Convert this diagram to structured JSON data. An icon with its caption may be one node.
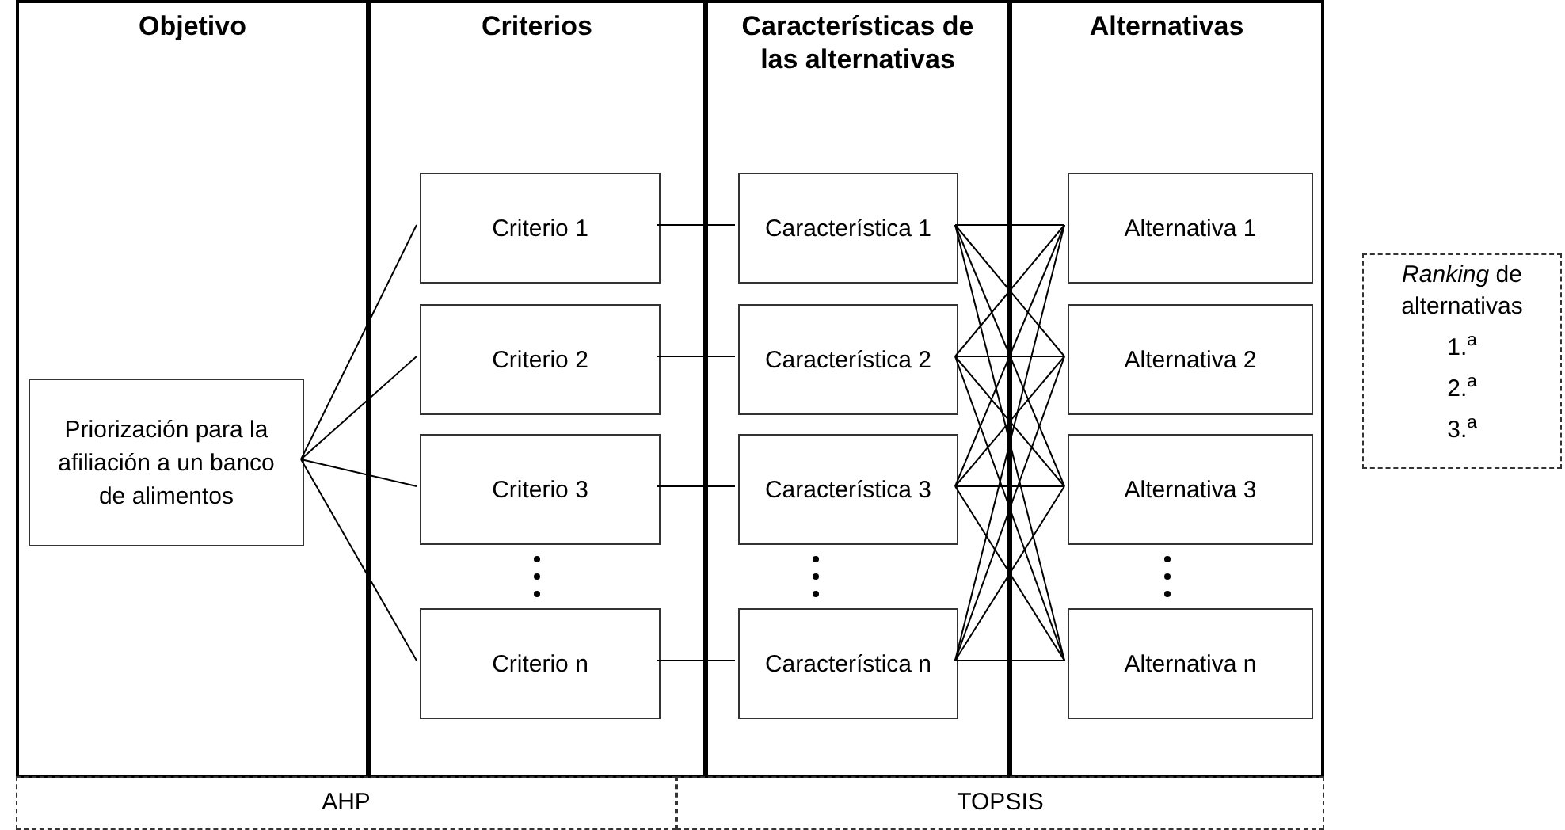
{
  "diagram": {
    "nodes": [
      {
        "text": [
          "Objetivo"
        ]
      },
      {
        "text": [
          "Priorización para la afiliación a un banco de alimentos"
        ],
        "in": 0
      },
      {
        "text": [
          "Criterios"
        ]
      },
      {
        "text": [
          "Criterio 1"
        ],
        "in": 2
      },
      {
        "text": [
          "Criterio 2"
        ],
        "in": 2
      },
      {
        "text": [
          "Criterio 3"
        ],
        "in": 2
      },
      {
        "text": [
          "Criterio n"
        ],
        "in": 2
      },
      {
        "text": [
          "Características de las alternativas"
        ]
      },
      {
        "text": [
          "Característica 1"
        ],
        "in": 7
      },
      {
        "text": [
          "Característica 2"
        ],
        "in": 7
      },
      {
        "text": [
          "Característica 3"
        ],
        "in": 7
      },
      {
        "text": [
          "Característica n"
        ],
        "in": 7
      },
      {
        "text": [
          "Alternativas"
        ]
      },
      {
        "text": [
          "Alternativa 1"
        ],
        "in": 12
      },
      {
        "text": [
          "Alternativa 2"
        ],
        "in": 12
      },
      {
        "text": [
          "Alternativa 3"
        ],
        "in": 12
      },
      {
        "text": [
          "Alternativa n"
        ],
        "in": 12
      },
      {
        "text": [
          "*Ranking* de alternativas",
          "1.$^{a}$",
          "2.$^{a}$",
          "3.$^{a}$"
        ]
      },
      {
        "text": [
          "AHP"
        ]
      },
      {
        "text": [
          "TOPSIS"
        ]
      }
    ],
    "edges": [
      {
        "from": 1,
        "to": 3,
        "arrow": "none"
      },
      {
        "from": 1,
        "to": 4,
        "arrow": "none"
      },
      {
        "from": 1,
        "to": 5,
        "arrow": "none"
      },
      {
        "from": 1,
        "to": 6,
        "arrow": "none"
      },
      {
        "from": 3,
        "to": 8,
        "arrow": "none"
      },
      {
        "from": 4,
        "to": 9,
        "arrow": "none"
      },
      {
        "from": 5,
        "to": 10,
        "arrow": "none"
      },
      {
        "from": 6,
        "to": 11,
        "arrow": "none"
      },
      {
        "from": 8,
        "to": 13,
        "arrow": "none"
      },
      {
        "from": 8,
        "to": 14,
        "arrow": "none"
      },
      {
        "from": 8,
        "to": 15,
        "arrow": "none"
      },
      {
        "from": 8,
        "to": 16,
        "arrow": "none"
      },
      {
        "from": 9,
        "to": 13,
        "arrow": "none"
      },
      {
        "from": 9,
        "to": 14,
        "arrow": "none"
      },
      {
        "from": 9,
        "to": 15,
        "arrow": "none"
      },
      {
        "from": 9,
        "to": 16,
        "arrow": "none"
      },
      {
        "from": 10,
        "to": 13,
        "arrow": "none"
      },
      {
        "from": 10,
        "to": 14,
        "arrow": "none"
      },
      {
        "from": 10,
        "to": 15,
        "arrow": "none"
      },
      {
        "from": 10,
        "to": 16,
        "arrow": "none"
      },
      {
        "from": 11,
        "to": 13,
        "arrow": "none"
      },
      {
        "from": 11,
        "to": 14,
        "arrow": "none"
      },
      {
        "from": 11,
        "to": 15,
        "arrow": "none"
      },
      {
        "from": 11,
        "to": 16,
        "arrow": "none"
      }
    ]
  }
}
